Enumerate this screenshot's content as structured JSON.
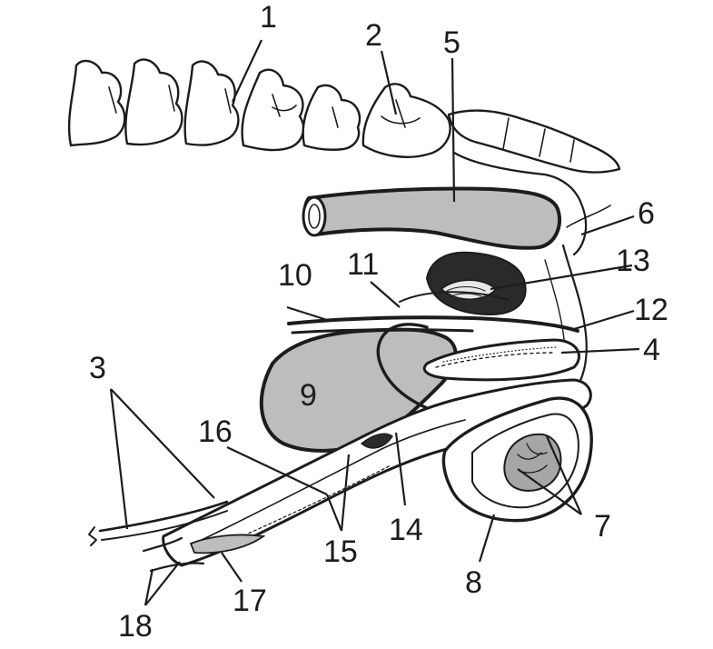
{
  "labels": {
    "l1": "1",
    "l2": "2",
    "l3": "3",
    "l4": "4",
    "l5": "5",
    "l6": "6",
    "l7": "7",
    "l8": "8",
    "l9": "9",
    "l10": "10",
    "l11": "11",
    "l12": "12",
    "l13": "13",
    "l14": "14",
    "l15": "15",
    "l16": "16",
    "l17": "17",
    "l18": "18"
  },
  "colors": {
    "ink": "#1c1c1c",
    "organ_fill": "#bdbdbd",
    "tissue_fill": "#ffffff"
  }
}
